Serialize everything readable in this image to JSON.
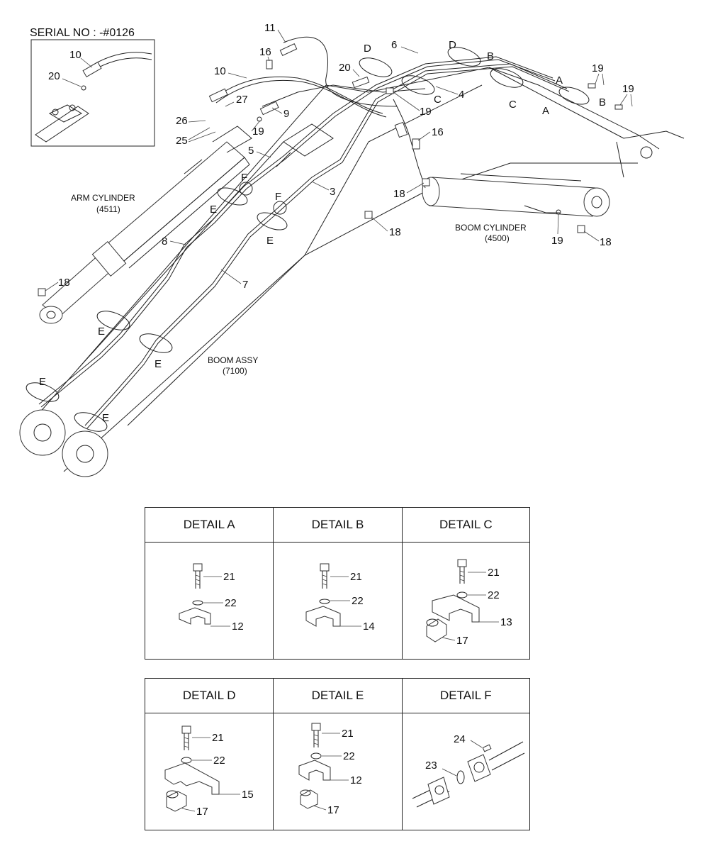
{
  "serial_note": "SERIAL NO : -#0126",
  "assemblies": {
    "arm_cylinder": {
      "name": "ARM CYLINDER",
      "code": "(4511)"
    },
    "boom_assy": {
      "name": "BOOM ASSY",
      "code": "(7100)"
    },
    "boom_cylinder": {
      "name": "BOOM CYLINDER",
      "code": "(4500)"
    }
  },
  "callouts": {
    "inset_10": "10",
    "inset_20": "20",
    "c11": "11",
    "c16a": "16",
    "c10": "10",
    "c27": "27",
    "c26": "26",
    "c25": "25",
    "c9": "9",
    "c19a": "19",
    "c5": "5",
    "cFa": "F",
    "cEa": "E",
    "cFb": "F",
    "cEb": "E",
    "c8": "8",
    "c18a": "18",
    "c7": "7",
    "cEc": "E",
    "cEd": "E",
    "cEe": "E",
    "cEf": "E",
    "c3": "3",
    "cDa": "D",
    "c20": "20",
    "c6": "6",
    "cDb": "D",
    "cB1": "B",
    "cA1": "A",
    "c19b": "19",
    "c19c": "19",
    "c4": "4",
    "cC1": "C",
    "c19d": "19",
    "cC2": "C",
    "cA2": "A",
    "cB2": "B",
    "c16b": "16",
    "c18b": "18",
    "c18c": "18",
    "c19e": "19",
    "c18d": "18"
  },
  "details": [
    {
      "title": "DETAIL A",
      "labels": [
        "21",
        "22",
        "12"
      ]
    },
    {
      "title": "DETAIL B",
      "labels": [
        "21",
        "22",
        "14"
      ]
    },
    {
      "title": "DETAIL C",
      "labels": [
        "21",
        "22",
        "13",
        "17"
      ]
    },
    {
      "title": "DETAIL D",
      "labels": [
        "21",
        "22",
        "15",
        "17"
      ]
    },
    {
      "title": "DETAIL E",
      "labels": [
        "21",
        "22",
        "12",
        "17"
      ]
    },
    {
      "title": "DETAIL F",
      "labels": [
        "24",
        "23"
      ]
    }
  ]
}
